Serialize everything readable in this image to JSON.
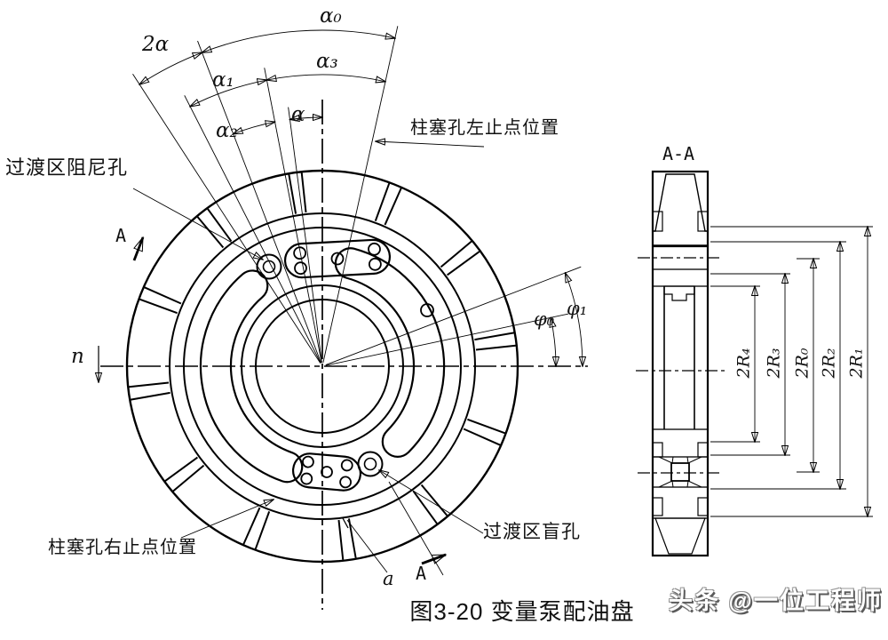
{
  "figure": {
    "caption": "图3-20  变量泵配油盘",
    "watermark": "头条 @一位工程师"
  },
  "main_view": {
    "labels": {
      "damping_hole": "过渡区阻尼孔",
      "piston_left_stop": "柱塞孔左止点位置",
      "piston_right_stop": "柱塞孔右止点位置",
      "blind_hole": "过渡区盲孔",
      "rotation_speed": "n",
      "section_letter_top": "A",
      "section_letter_bottom": "A",
      "slot_mark": "a"
    },
    "angle_dimensions": {
      "two_alpha": "2α",
      "alpha_0": "α₀",
      "alpha_1": "α₁",
      "alpha_2": "α₂",
      "alpha_3": "α₃",
      "alpha": "α",
      "phi_0": "φ₀",
      "phi_1": "φ₁"
    }
  },
  "section_view": {
    "title": "A-A",
    "diameter_dimensions": [
      "2R₄",
      "2R₃",
      "2R₀",
      "2R₂",
      "2R₁"
    ]
  }
}
